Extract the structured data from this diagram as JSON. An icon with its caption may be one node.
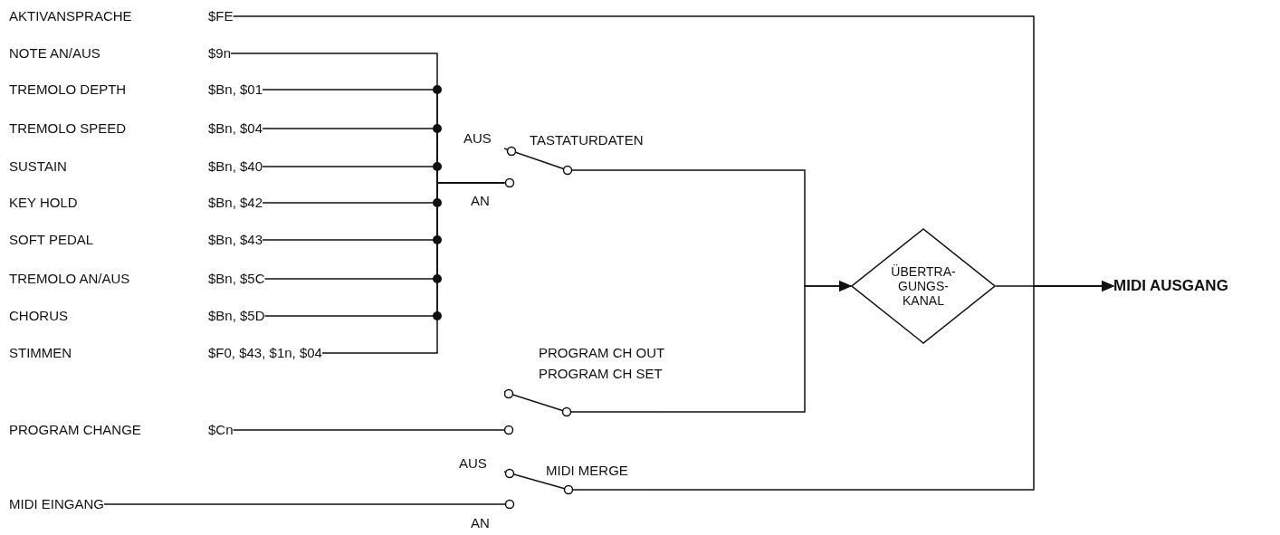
{
  "diagram": {
    "nodes": [
      {
        "text": [
          "AKTIVANSPRACHE",
          "$FE"
        ]
      },
      {
        "text": [
          "NOTE AN/AUS",
          "$9n"
        ]
      },
      {
        "text": [
          "TREMOLO DEPTH",
          "$Bn, $01"
        ]
      },
      {
        "text": [
          "TREMOLO SPEED",
          "$Bn, $04"
        ]
      },
      {
        "text": [
          "SUSTAIN",
          "$Bn, $40"
        ]
      },
      {
        "text": [
          "KEY HOLD",
          "$Bn, $42"
        ]
      },
      {
        "text": [
          "SOFT PEDAL",
          "$Bn, $43"
        ]
      },
      {
        "text": [
          "TREMOLO AN/AUS",
          "$Bn, $5C"
        ]
      },
      {
        "text": [
          "CHORUS",
          "$Bn, $5D"
        ]
      },
      {
        "text": [
          "STIMMEN",
          "$F0, $43, $1n, $04"
        ]
      },
      {
        "text": [
          "TASTATURDATEN"
        ],
        "beside": [
          "AUS",
          "AN"
        ]
      },
      {
        "text": [
          "PROGRAM CHANGE",
          "$Cn"
        ]
      },
      {
        "text": [
          "PROGRAM CH OUT",
          "PROGRAM CH SET"
        ]
      },
      {
        "text": [
          "MIDI EINGANG"
        ]
      },
      {
        "text": [
          "MIDI MERGE"
        ],
        "beside": [
          "AUS",
          "AN"
        ]
      },
      {
        "text": [
          "ÜBERTRA- GUNGS- KANAL"
        ]
      },
      {
        "text": [
          "MIDI AUSGANG"
        ]
      }
    ],
    "edges": [
      {
        "from": 1,
        "to": 10,
        "arrow": "none"
      },
      {
        "from": 2,
        "to": 10,
        "arrow": "none"
      },
      {
        "from": 3,
        "to": 10,
        "arrow": "none"
      },
      {
        "from": 4,
        "to": 10,
        "arrow": "none"
      },
      {
        "from": 5,
        "to": 10,
        "arrow": "none"
      },
      {
        "from": 6,
        "to": 10,
        "arrow": "none"
      },
      {
        "from": 7,
        "to": 10,
        "arrow": "none"
      },
      {
        "from": 8,
        "to": 10,
        "arrow": "none"
      },
      {
        "from": 9,
        "to": 10,
        "arrow": "none"
      },
      {
        "from": 11,
        "to": 12,
        "arrow": "none"
      },
      {
        "from": 13,
        "to": 14,
        "arrow": "none"
      },
      {
        "from": 10,
        "to": 15,
        "arrow": "to"
      },
      {
        "from": 12,
        "to": 15,
        "arrow": "to"
      },
      {
        "from": 15,
        "to": 16,
        "arrow": "to"
      },
      {
        "from": 0,
        "to": 16,
        "arrow": "to"
      },
      {
        "from": 14,
        "to": 16,
        "arrow": "to"
      }
    ]
  }
}
